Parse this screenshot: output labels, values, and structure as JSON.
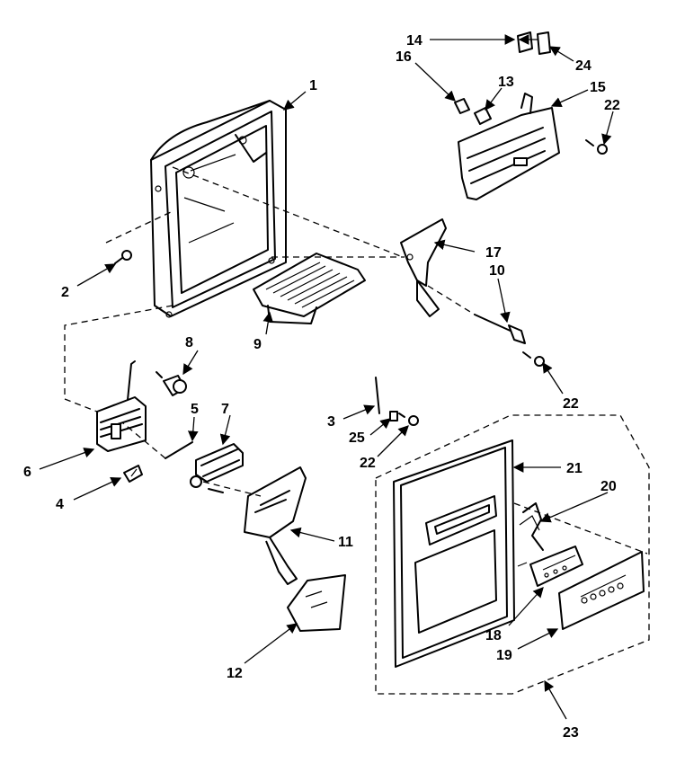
{
  "callouts": {
    "c1": "1",
    "c2": "2",
    "c3": "3",
    "c4": "4",
    "c5": "5",
    "c6": "6",
    "c7": "7",
    "c8": "8",
    "c9": "9",
    "c10": "10",
    "c11": "11",
    "c12": "12",
    "c13": "13",
    "c14": "14",
    "c15": "15",
    "c16": "16",
    "c17": "17",
    "c18": "18",
    "c19": "19",
    "c20": "20",
    "c21": "21",
    "c22a": "22",
    "c22b": "22",
    "c22c": "22",
    "c23": "23",
    "c24": "24",
    "c25": "25"
  }
}
